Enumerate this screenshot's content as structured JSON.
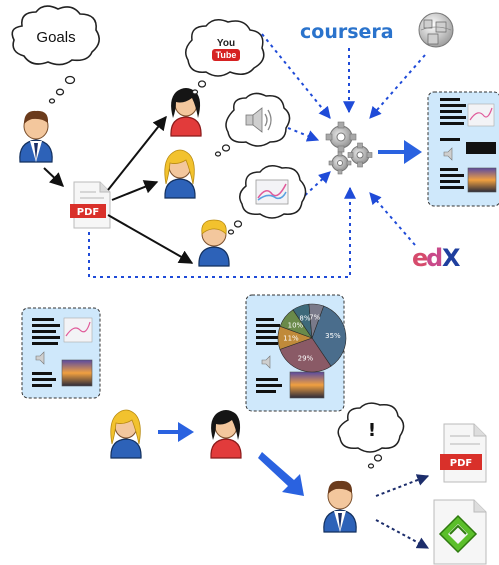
{
  "goals_bubble": {
    "text": "Goals"
  },
  "pdf_label": "PDF",
  "youtube": {
    "line1": "You",
    "line2": "Tube"
  },
  "sources": {
    "coursera": "coursera",
    "edx_e": "e",
    "edx_d": "d",
    "edx_x": "X"
  },
  "thought": {
    "exclamation": "!"
  },
  "pie": {
    "labels": [
      "35%",
      "29%",
      "11%",
      "10%",
      "8%",
      "7%"
    ],
    "values": [
      35,
      29,
      11,
      10,
      8,
      7
    ]
  },
  "colors": {
    "arrow_blue": "#2a62e0",
    "dotted_blue": "#1f4bd8",
    "doc_panel_bg": "#cfe8fb",
    "pdf_red": "#d9302a",
    "coursera_blue": "#2a73cc",
    "edx_red": "#d64b6c",
    "edx_blue": "#1f3f9e"
  }
}
